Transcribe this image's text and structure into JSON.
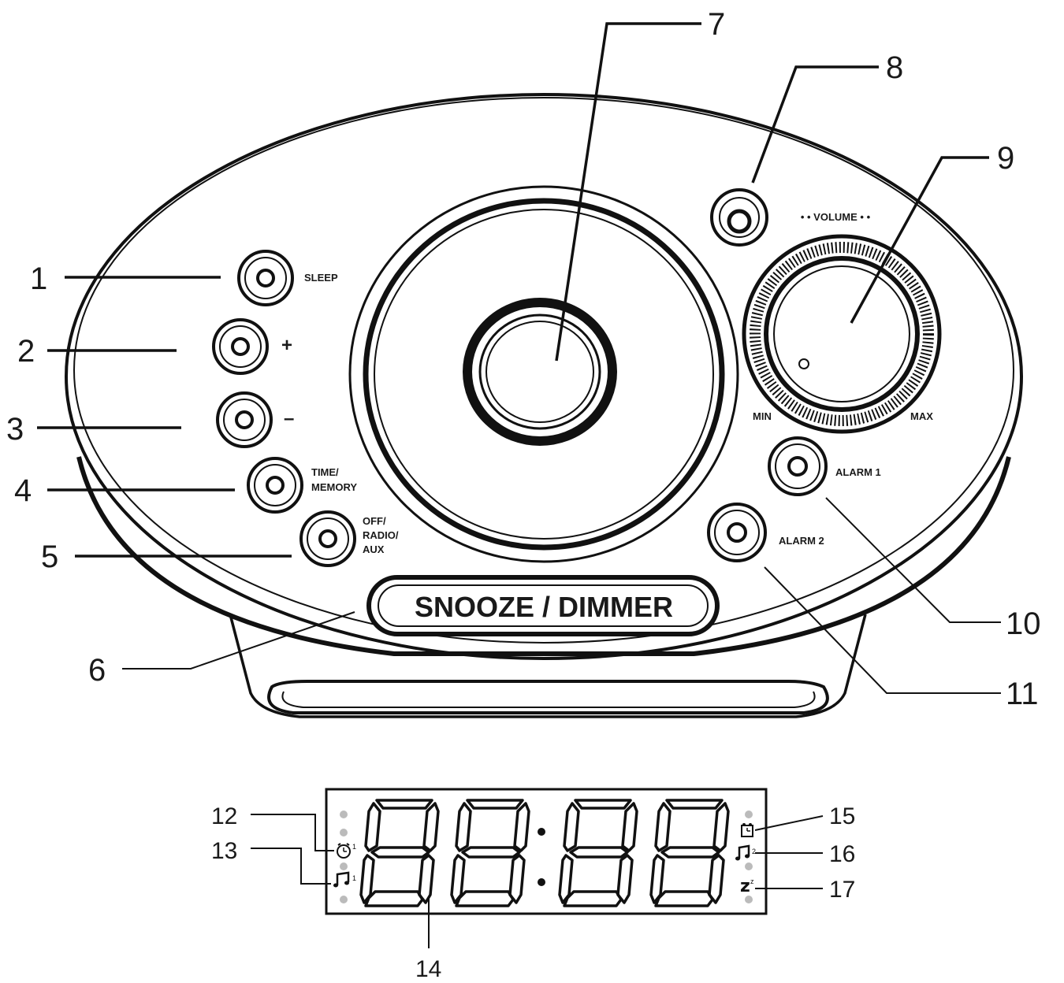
{
  "callouts": {
    "c1": "1",
    "c2": "2",
    "c3": "3",
    "c4": "4",
    "c5": "5",
    "c6": "6",
    "c7": "7",
    "c8": "8",
    "c9": "9",
    "c10": "10",
    "c11": "11",
    "c12": "12",
    "c13": "13",
    "c14": "14",
    "c15": "15",
    "c16": "16",
    "c17": "17"
  },
  "buttons": {
    "sleep": "SLEEP",
    "plus": "+",
    "minus": "–",
    "time_memory_1": "TIME/",
    "time_memory_2": "MEMORY",
    "off_radio_aux_1": "OFF/",
    "off_radio_aux_2": "RADIO/",
    "off_radio_aux_3": "AUX",
    "alarm1": "ALARM 1",
    "alarm2": "ALARM 2",
    "snooze_dimmer": "SNOOZE / DIMMER"
  },
  "volume": {
    "title": "• • VOLUME • •",
    "min": "MIN",
    "max": "MAX"
  },
  "display_icons": {
    "alarm1_sup": "1",
    "music1_sup": "1",
    "music2_sup": "2",
    "sleep_z": "z",
    "sleep_sup": "z"
  },
  "icons": {
    "alarm1": "alarm-clock-icon",
    "music1": "music-note-icon",
    "alarm2": "dual-alarm-icon",
    "music2": "music-note-icon",
    "sleep": "sleep-z-icon"
  }
}
